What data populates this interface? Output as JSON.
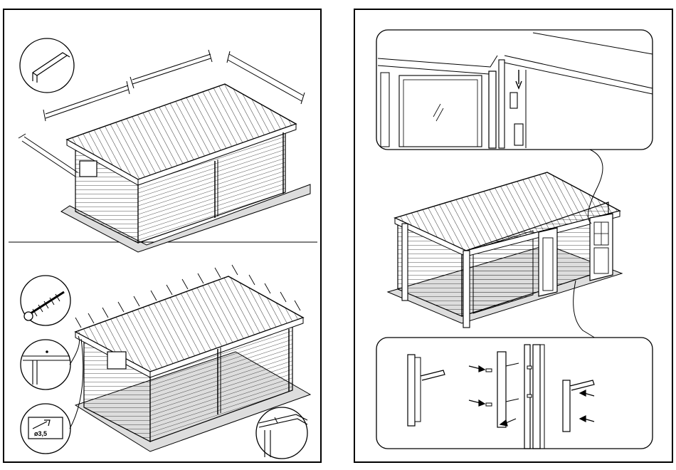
{
  "document": {
    "type": "assembly-instructions",
    "pages": [
      {
        "id": "left-page",
        "steps": [
          {
            "id": "step-roof-trim",
            "callouts": [
              "trim-profile-detail"
            ]
          },
          {
            "id": "step-roof-fix",
            "callouts": [
              "screw-detail",
              "edge-detail",
              "drill-detail",
              "corner-detail"
            ]
          }
        ]
      },
      {
        "id": "right-page",
        "steps": [
          {
            "id": "step-door-install",
            "callouts": [
              "hinge-detail",
              "handle-detail"
            ]
          }
        ]
      }
    ],
    "drill_badge_text": "ø3,5"
  },
  "colors": {
    "line": "#000000",
    "paper": "#ffffff",
    "ground": "#dddddd",
    "roof_fill": "#ffffff"
  }
}
